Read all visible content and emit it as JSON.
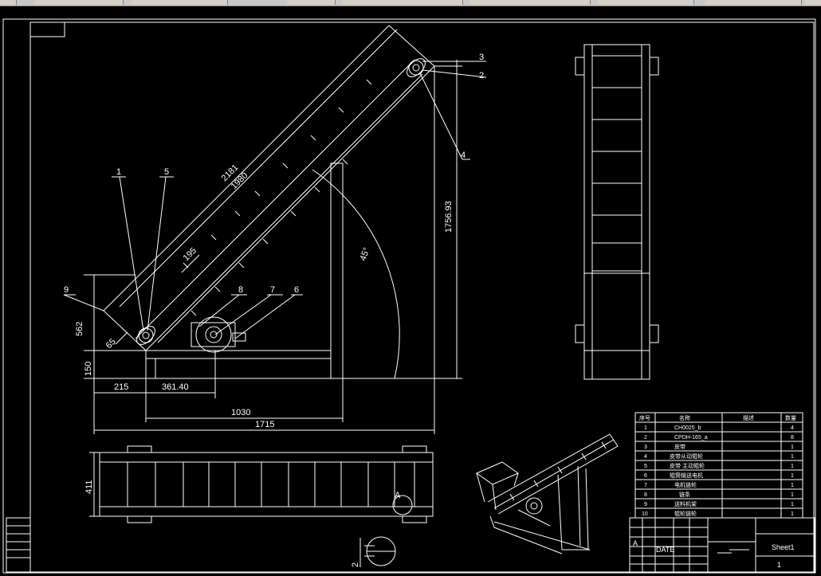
{
  "window": {
    "toolbar_buttons": 9
  },
  "dimensions": {
    "slope_length_outer": "2181",
    "slope_length_inner": "1980",
    "height": "1756.93",
    "angle": "45°",
    "offset_195": "195",
    "offset_65": "65",
    "height_562": "562",
    "height_150": "150",
    "width_215": "215",
    "width_361": "361.40",
    "width_1030": "1030",
    "width_1715": "1715",
    "plan_width": "411",
    "radius_note": "2"
  },
  "balloons": {
    "b1": "1",
    "b2": "2",
    "b3": "3",
    "b4": "4",
    "b5": "5",
    "b6": "6",
    "b7": "7",
    "b8": "8",
    "b9": "9"
  },
  "detail_label": "A",
  "bom": {
    "headers": [
      "序号",
      "名称",
      "描述",
      "数量"
    ],
    "rows": [
      {
        "no": "1",
        "name": "CH0025_b",
        "desc": "",
        "qty": "4"
      },
      {
        "no": "2",
        "name": "CPDH-165_a",
        "desc": "",
        "qty": "8"
      },
      {
        "no": "3",
        "name": "皮带",
        "desc": "",
        "qty": "1"
      },
      {
        "no": "4",
        "name": "皮带从动辊轮",
        "desc": "",
        "qty": "1"
      },
      {
        "no": "5",
        "name": "皮带 主动辊轮",
        "desc": "",
        "qty": "1"
      },
      {
        "no": "6",
        "name": "辊筒输送电机",
        "desc": "",
        "qty": "1"
      },
      {
        "no": "7",
        "name": "电机链轮",
        "desc": "",
        "qty": "1"
      },
      {
        "no": "8",
        "name": "链条",
        "desc": "",
        "qty": "1"
      },
      {
        "no": "9",
        "name": "送料机架",
        "desc": "",
        "qty": "1"
      },
      {
        "no": "10",
        "name": "辊轮链轮",
        "desc": "",
        "qty": "1"
      }
    ]
  },
  "title_block": {
    "sheet": "Sheet1",
    "sheet_no": "1",
    "date": "DATE",
    "rev": "A"
  },
  "colors": {
    "background": "#000000",
    "lines": "#ffffff"
  }
}
